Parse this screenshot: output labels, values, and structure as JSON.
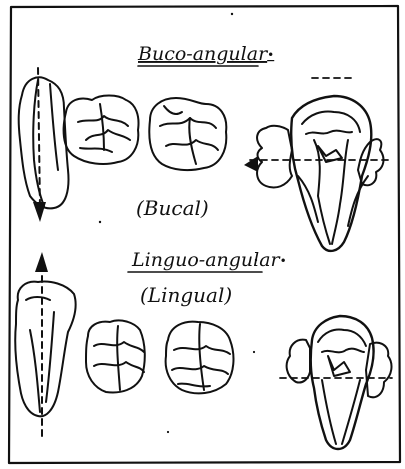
{
  "labels": {
    "buco_title": "Buco-angular",
    "bucal": "(Bucal)",
    "linguo_title": "Linguo-angular",
    "lingual": "(Lingual)",
    "dot": "•"
  },
  "colors": {
    "ink": "#111111",
    "paper": "#ffffff"
  }
}
